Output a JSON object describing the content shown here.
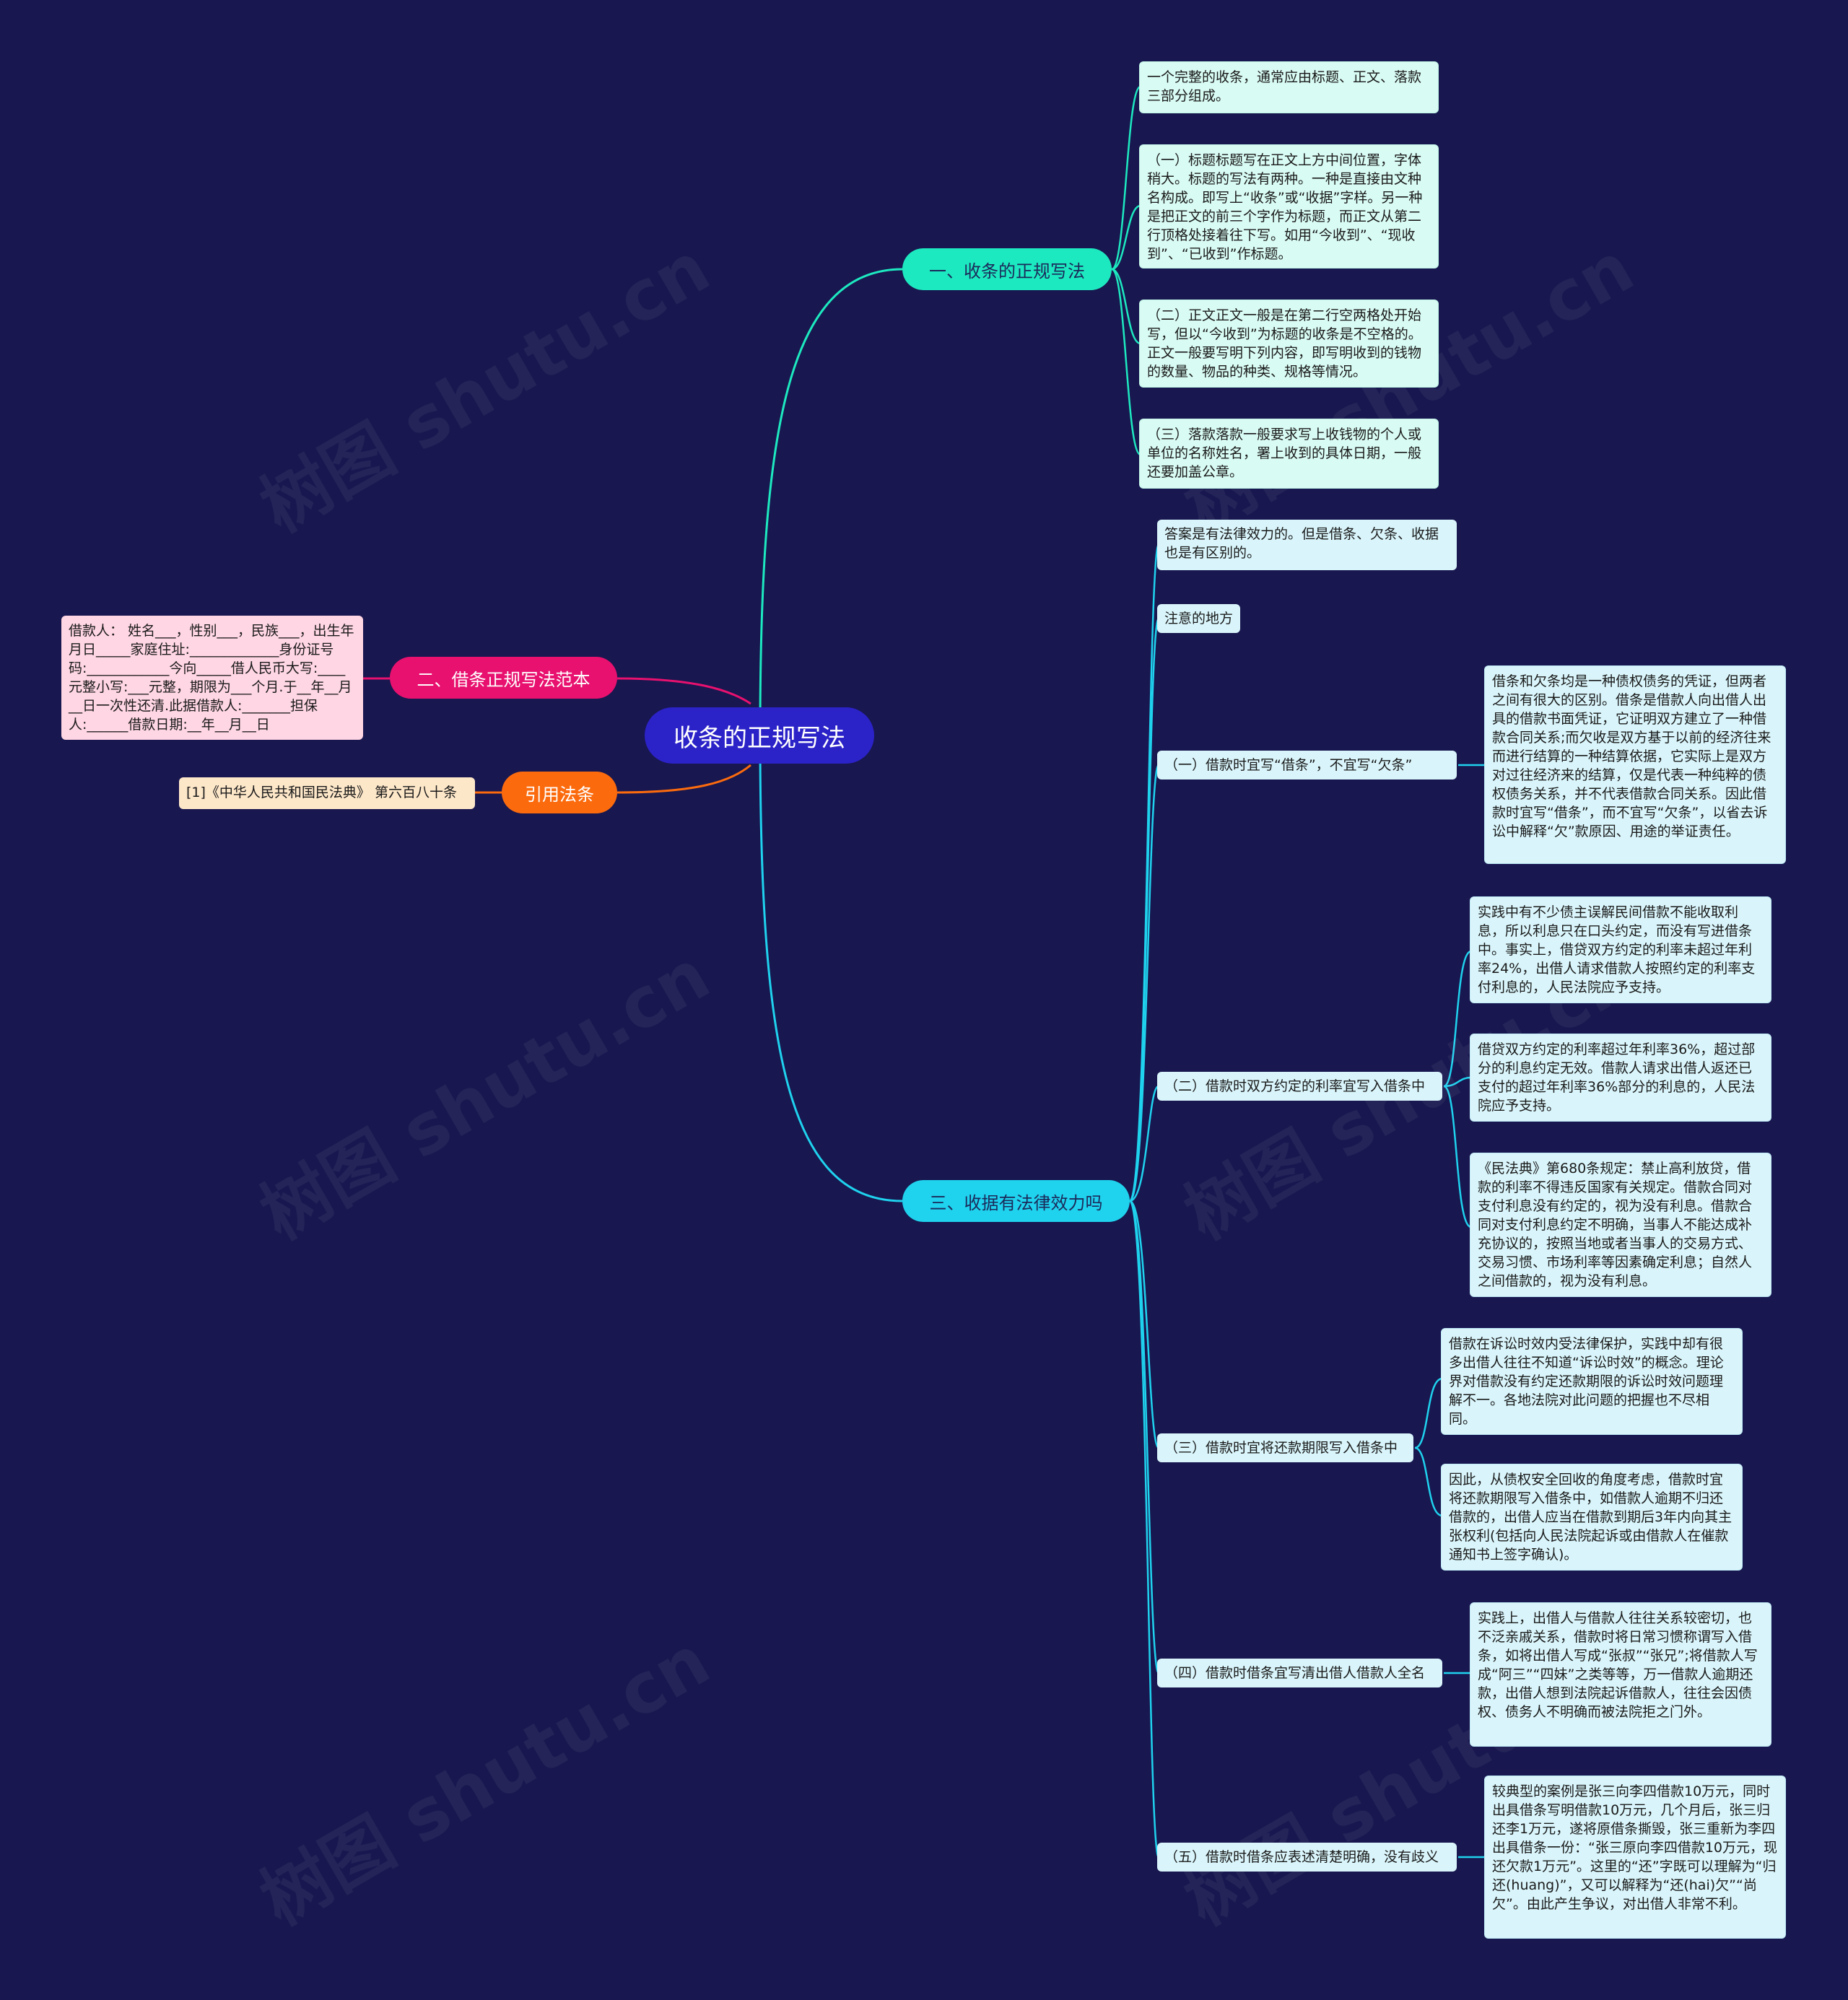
{
  "root": "收条的正规写法",
  "branches": {
    "b1": "一、收条的正规写法",
    "b2": "二、借条正规写法范本",
    "b3": "三、收据有法律效力吗",
    "b4": "引用法条"
  },
  "b1_items": [
    "一个完整的收条，通常应由标题、正文、落款三部分组成。",
    "（一）标题标题写在正文上方中间位置，字体稍大。标题的写法有两种。一种是直接由文种名构成。即写上“收条”或“收据”字样。另一种是把正文的前三个字作为标题，而正文从第二行顶格处接着往下写。如用“今收到”、“现收到”、“已收到”作标题。",
    "（二）正文正文一般是在第二行空两格处开始写，但以“今收到”为标题的收条是不空格的。正文一般要写明下列内容，即写明收到的钱物的数量、物品的种类、规格等情况。",
    "（三）落款落款一般要求写上收钱物的个人或单位的名称姓名，署上收到的具体日期，一般还要加盖公章。"
  ],
  "b2_text": "借款人：  姓名___，性别___，民族___，出生年月日_____家庭住址:_____________身份证号码:____________今向_____借人民币大写:____元整小写:___元整，期限为___个月.于__年__月__日一次性还清.此据借款人:_______担保人:______借款日期:__年__月__日",
  "b4_text": "[1]《中华人民共和国民法典》 第六百八十条",
  "b3_items": [
    "答案是有法律效力的。但是借条、欠条、收据也是有区别的。",
    "注意的地方",
    "（一）借款时宜写“借条”，不宜写“欠条”",
    "（二）借款时双方约定的利率宜写入借条中",
    "（三）借款时宜将还款期限写入借条中",
    "（四）借款时借条宜写清出借人借款人全名",
    "（五）借款时借条应表述清楚明确，没有歧义"
  ],
  "b3_details": {
    "d1": "借条和欠条均是一种债权债务的凭证，但两者之间有很大的区别。借条是借款人向出借人出具的借款书面凭证，它证明双方建立了一种借款合同关系;而欠收是双方基于以前的经济往来而进行结算的一种结算依据，它实际上是双方对过往经济来的结算，仅是代表一种纯粹的债权债务关系，并不代表借款合同关系。因此借款时宜写“借条”，而不宜写“欠条”，以省去诉讼中解释“欠”款原因、用途的举证责任。",
    "d2a": "实践中有不少债主误解民间借款不能收取利息，所以利息只在口头约定，而没有写进借条中。事实上，借贷双方约定的利率未超过年利率24%，出借人请求借款人按照约定的利率支付利息的，人民法院应予支持。",
    "d2b": "借贷双方约定的利率超过年利率36%，超过部分的利息约定无效。借款人请求出借人返还已支付的超过年利率36%部分的利息的，人民法院应予支持。",
    "d2c": "《民法典》第680条规定：禁止高利放贷，借款的利率不得违反国家有关规定。借款合同对支付利息没有约定的，视为没有利息。借款合同对支付利息约定不明确，当事人不能达成补充协议的，按照当地或者当事人的交易方式、交易习惯、市场利率等因素确定利息；自然人之间借款的，视为没有利息。",
    "d3a": "借款在诉讼时效内受法律保护，实践中却有很多出借人往往不知道“诉讼时效”的概念。理论界对借款没有约定还款期限的诉讼时效问题理解不一。各地法院对此问题的把握也不尽相同。",
    "d3b": "因此，从债权安全回收的角度考虑，借款时宜将还款期限写入借条中，如借款人逾期不归还借款的，出借人应当在借款到期后3年内向其主张权利(包括向人民法院起诉或由借款人在催款通知书上签字确认)。",
    "d4": "实践上，出借人与借款人往往关系较密切，也不泛亲戚关系，借款时将日常习惯称谓写入借条，如将出借人写成“张叔”“张兄”;将借款人写成“阿三”“四妹”之类等等，万一借款人逾期还款，出借人想到法院起诉借款人，往往会因债权、债务人不明确而被法院拒之门外。",
    "d5": "较典型的案例是张三向李四借款10万元，同时出具借条写明借款10万元，几个月后，张三归还李1万元，遂将原借条撕毁，张三重新为李四出具借条一份：“张三原向李四借款10万元，现还欠款1万元”。这里的“还”字既可以理解为“归还(huang)”，又可以解释为“还(hai)欠”“尚欠”。由此产生争议，对出借人非常不利。"
  },
  "watermark": "树图 shutu.cn",
  "colors": {
    "background": "#18174f",
    "root": "#2b22c8",
    "teal": "#1de9c0",
    "cyan": "#1fd2ee",
    "pink": "#e8116f",
    "orange": "#fb6b0e"
  }
}
